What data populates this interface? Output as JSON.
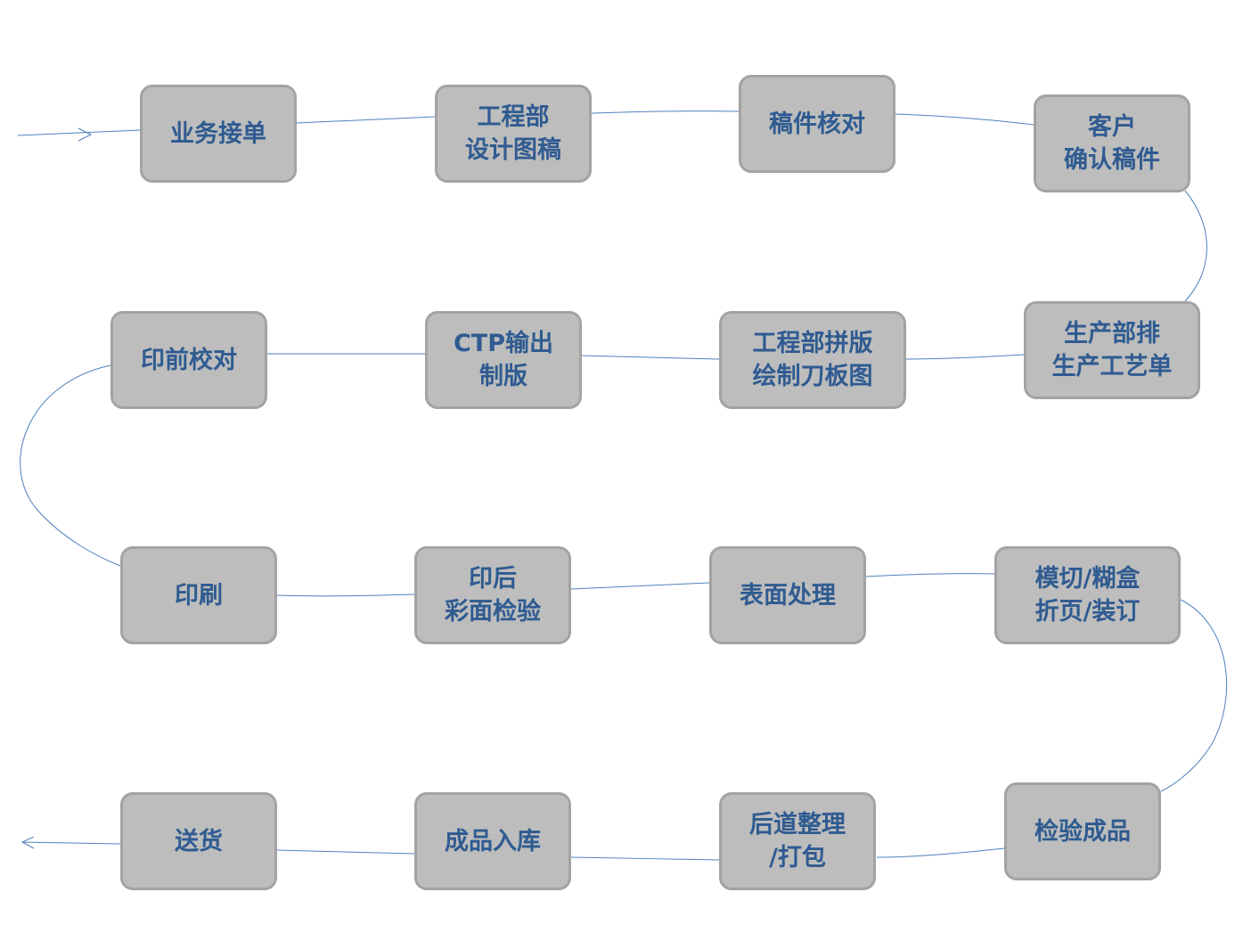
{
  "colors": {
    "box_fill": "#bdbdbd",
    "box_border": "#a3a3a3",
    "text": "#2f5b91",
    "connector": "#4f81bd"
  },
  "steps": [
    {
      "lines": [
        "业务接单"
      ]
    },
    {
      "lines": [
        "工程部",
        "设计图稿"
      ]
    },
    {
      "lines": [
        "稿件核对"
      ]
    },
    {
      "lines": [
        "客户",
        "确认稿件"
      ]
    },
    {
      "lines": [
        "生产部排",
        "生产工艺单"
      ]
    },
    {
      "lines": [
        "工程部拼版",
        "绘制刀板图"
      ]
    },
    {
      "lines": [
        "CTP输出",
        "制版"
      ]
    },
    {
      "lines": [
        "印前校对"
      ]
    },
    {
      "lines": [
        "印刷"
      ]
    },
    {
      "lines": [
        "印后",
        "彩面检验"
      ]
    },
    {
      "lines": [
        "表面处理"
      ]
    },
    {
      "lines": [
        "模切/糊盒",
        "折页/装订"
      ]
    },
    {
      "lines": [
        "检验成品"
      ]
    },
    {
      "lines": [
        "后道整理",
        "/打包"
      ]
    },
    {
      "lines": [
        "成品入库"
      ]
    },
    {
      "lines": [
        "送货"
      ]
    }
  ]
}
